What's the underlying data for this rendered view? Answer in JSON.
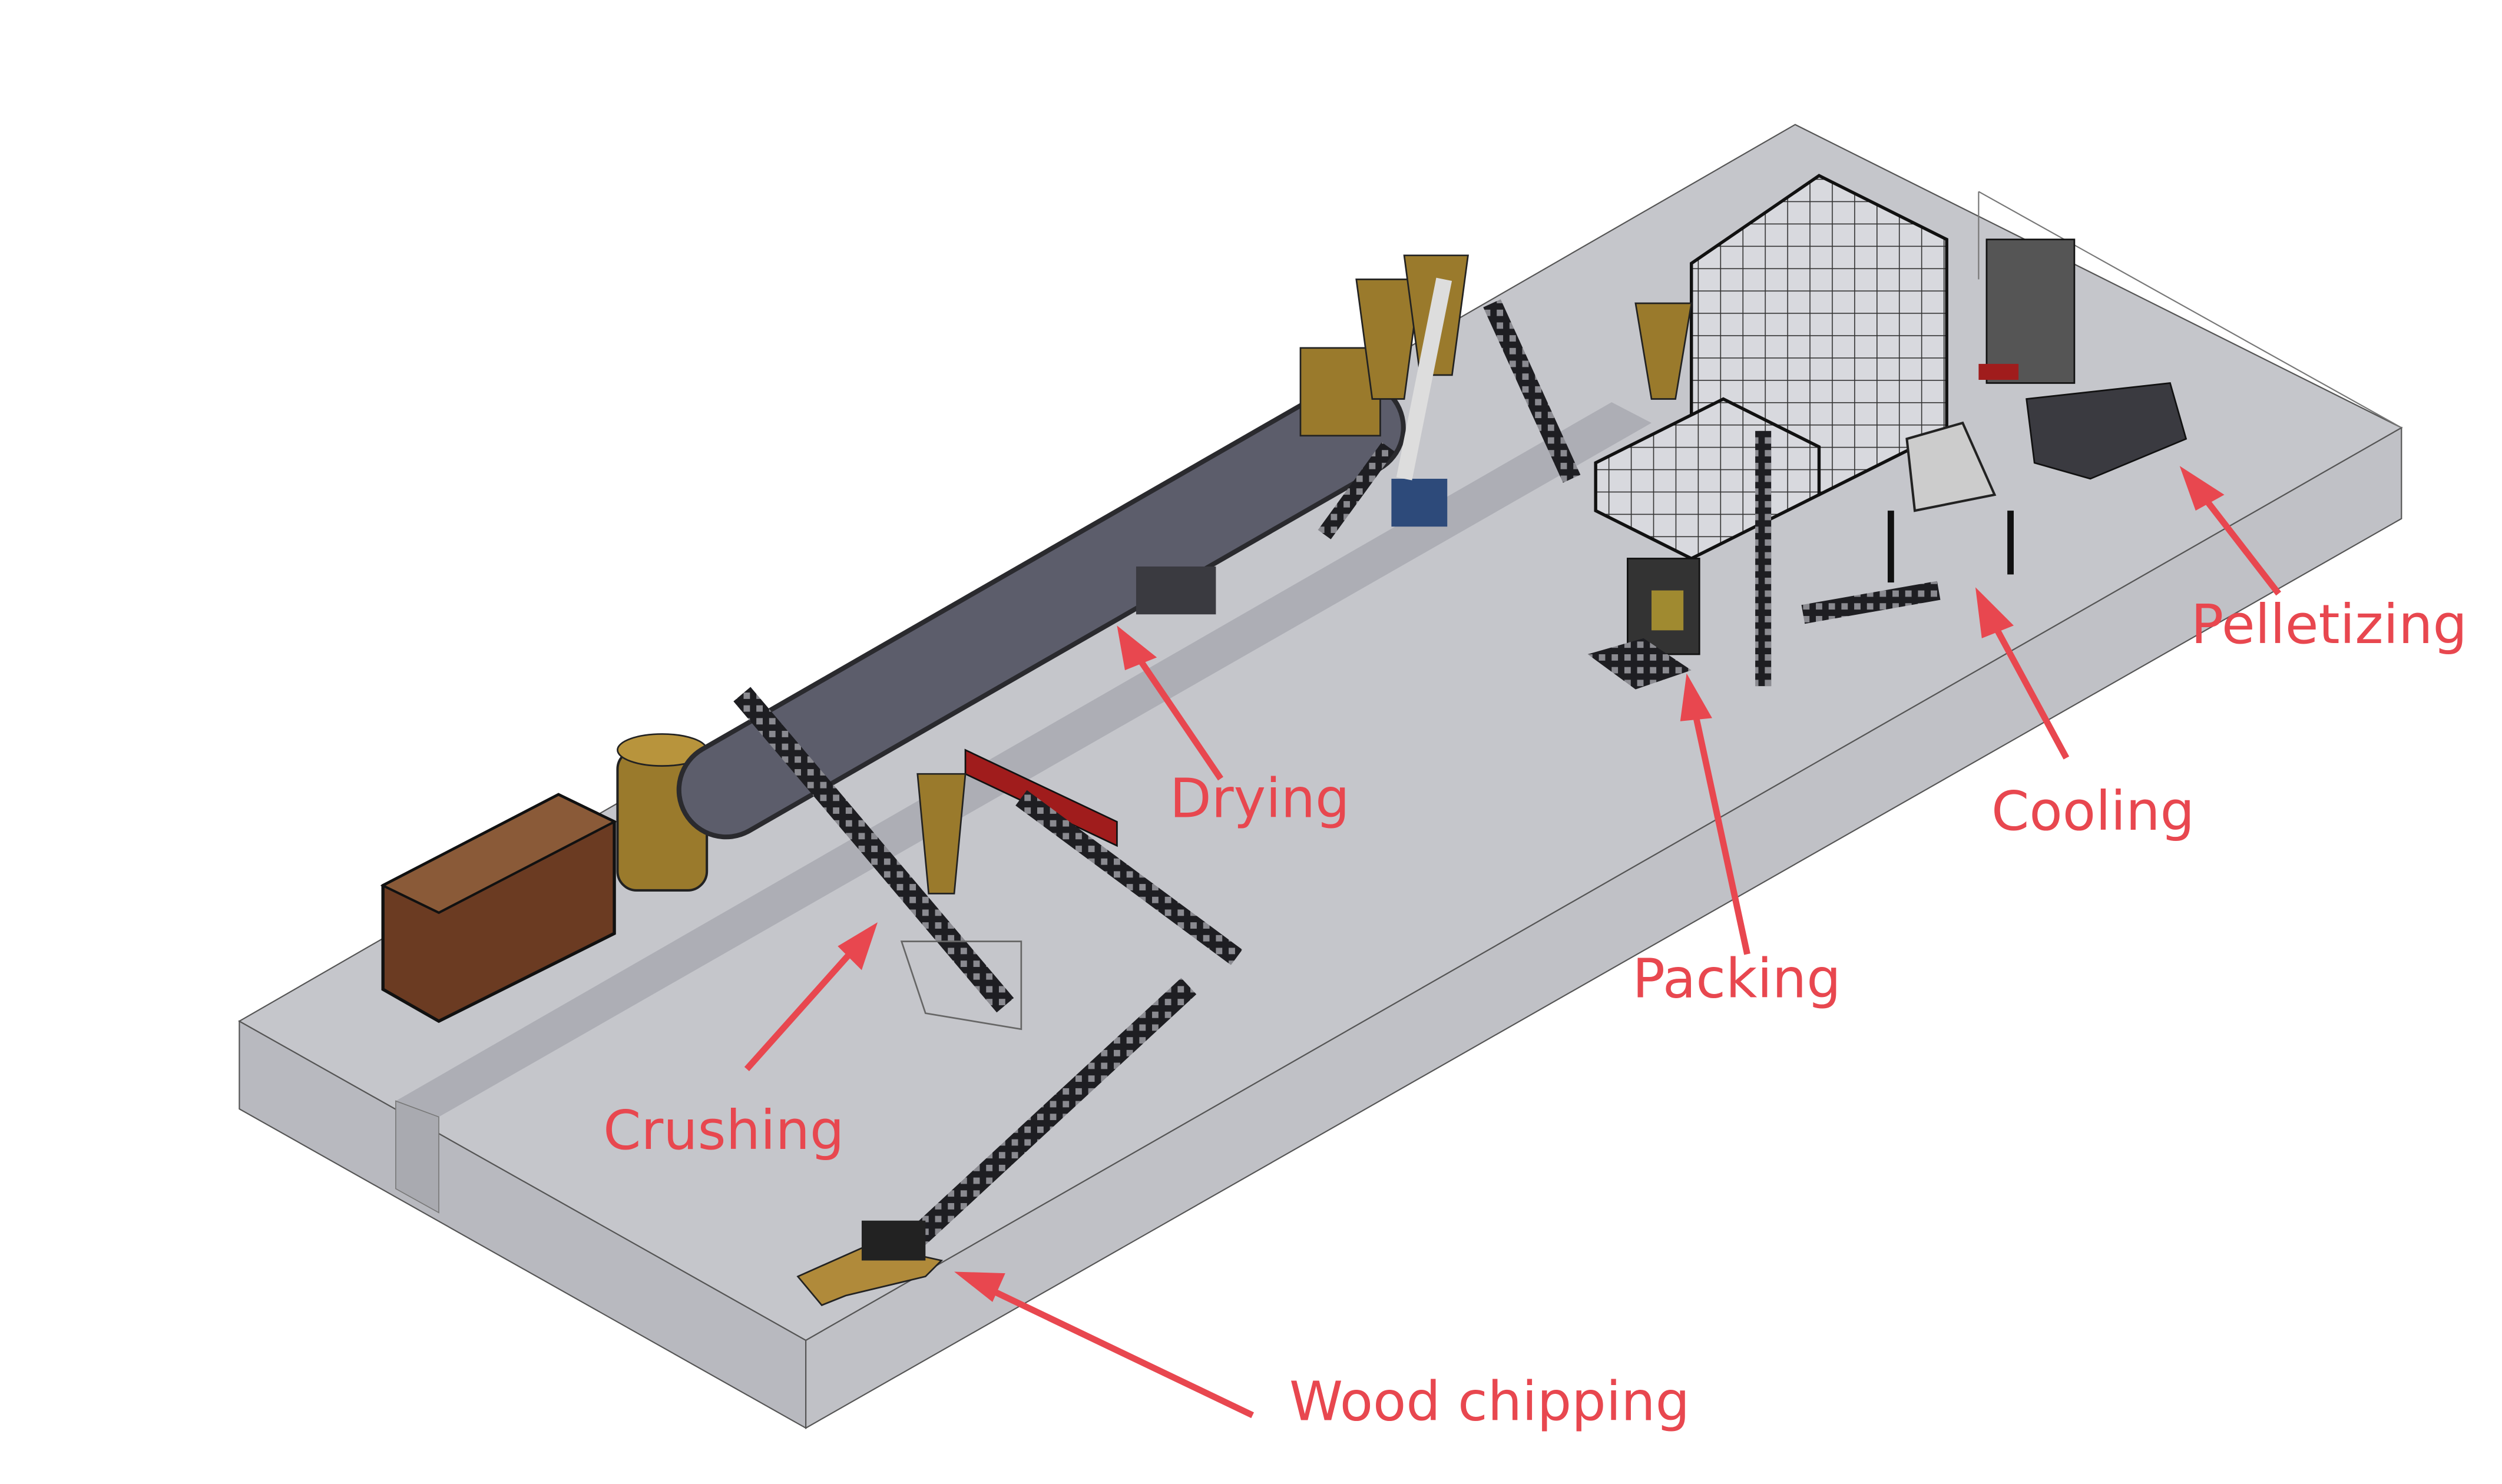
{
  "diagram": {
    "colors": {
      "label": "#e8474f",
      "slab_top": "#c3c4c9",
      "slab_side": "#b9bac0",
      "equipment_dark": "#2a2a2e",
      "drum": "#5c5d6b",
      "brass": "#9a7a2c",
      "furnace": "#6b3b22",
      "conveyor_red": "#a01c1c"
    },
    "stages": [
      {
        "id": "wood-chipping",
        "label": "Wood chipping"
      },
      {
        "id": "crushing",
        "label": "Crushing"
      },
      {
        "id": "drying",
        "label": "Drying"
      },
      {
        "id": "packing",
        "label": "Packing"
      },
      {
        "id": "cooling",
        "label": "Cooling"
      },
      {
        "id": "pelletizing",
        "label": "Pelletizing"
      }
    ]
  }
}
